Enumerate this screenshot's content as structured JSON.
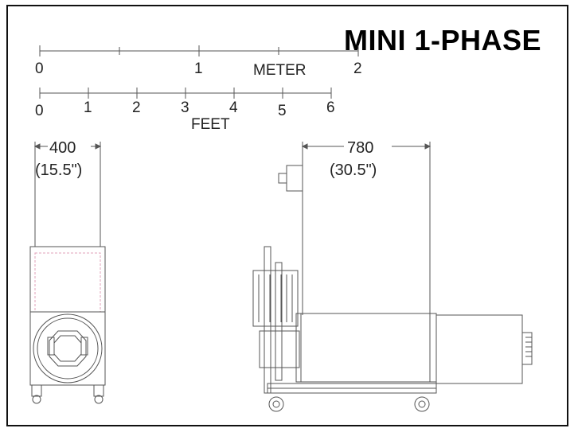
{
  "title": "MINI 1-PHASE",
  "meter_scale": {
    "ticks": [
      "0",
      "1",
      "2"
    ],
    "unit_label": "METER"
  },
  "feet_scale": {
    "ticks": [
      "0",
      "1",
      "2",
      "3",
      "4",
      "5",
      "6"
    ],
    "unit_label": "FEET"
  },
  "front_view": {
    "width_mm": "400",
    "width_in": "(15.5\")"
  },
  "side_view": {
    "length_mm": "780",
    "length_in": "(30.5\")"
  },
  "colors": {
    "line": "#444444",
    "hidden_line": "#e0a0b8",
    "frame": "#111111"
  }
}
